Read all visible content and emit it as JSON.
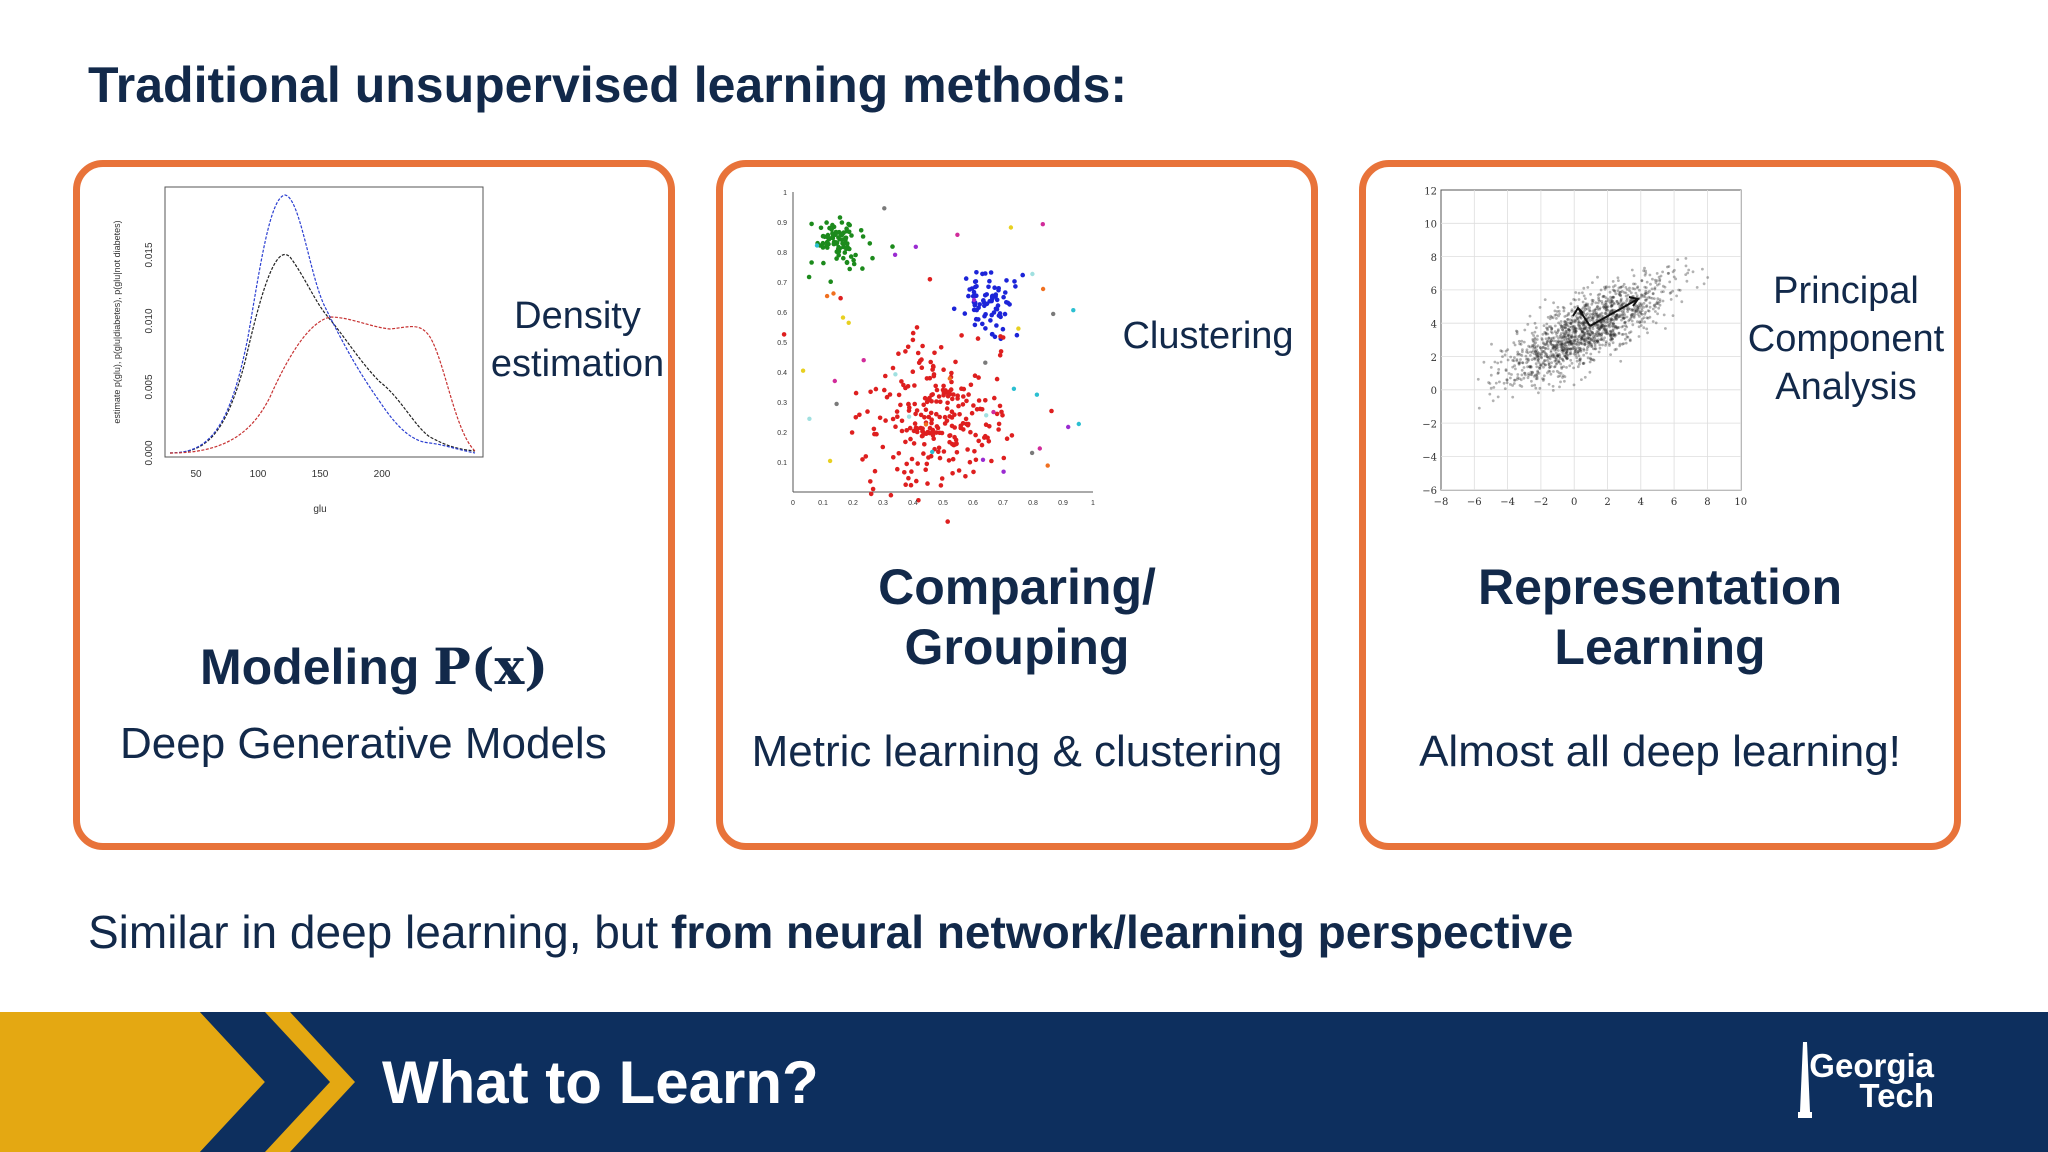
{
  "slide": {
    "title": "Traditional unsupervised learning methods:",
    "footer_plain": "Similar in deep learning, but ",
    "footer_bold": "from neural network/learning perspective"
  },
  "cards": [
    {
      "figure_label": "Density\nestimation",
      "heading_text": "Modeling ",
      "heading_math": "P(x)",
      "subtext": "Deep Generative Models",
      "plot": {
        "xlabel": "glu",
        "ylabel": "estimate p(glu), p(glu|diabetes), p(glu|not diabetes)",
        "x_ticks": [
          "50",
          "100",
          "150",
          "200"
        ],
        "y_ticks": [
          "0.000",
          "0.005",
          "0.010",
          "0.015"
        ]
      }
    },
    {
      "figure_label": "Clustering",
      "heading": "Comparing/\nGrouping",
      "subtext": "Metric learning & clustering",
      "plot": {
        "x_ticks": [
          "0",
          "0.1",
          "0.2",
          "0.3",
          "0.4",
          "0.5",
          "0.6",
          "0.7",
          "0.8",
          "0.9",
          "1"
        ],
        "y_ticks": [
          "0.1",
          "0.2",
          "0.3",
          "0.4",
          "0.5",
          "0.6",
          "0.7",
          "0.8",
          "0.9",
          "1"
        ]
      }
    },
    {
      "figure_label": "Principal\nComponent\nAnalysis",
      "heading": "Representation\nLearning",
      "subtext": "Almost all deep learning!",
      "plot": {
        "x_ticks": [
          "−8",
          "−6",
          "−4",
          "−2",
          "0",
          "2",
          "4",
          "6",
          "8",
          "10"
        ],
        "y_ticks": [
          "−6",
          "−4",
          "−2",
          "0",
          "2",
          "4",
          "6",
          "8",
          "10",
          "12"
        ]
      }
    }
  ],
  "banner": {
    "title": "What to Learn?",
    "logo_line1": "Georgia",
    "logo_line2": "Tech"
  },
  "colors": {
    "card_border": "#e8733a",
    "text": "#12294a",
    "banner_bg": "#0d2f5e",
    "chevron_gold": "#e4a812"
  }
}
